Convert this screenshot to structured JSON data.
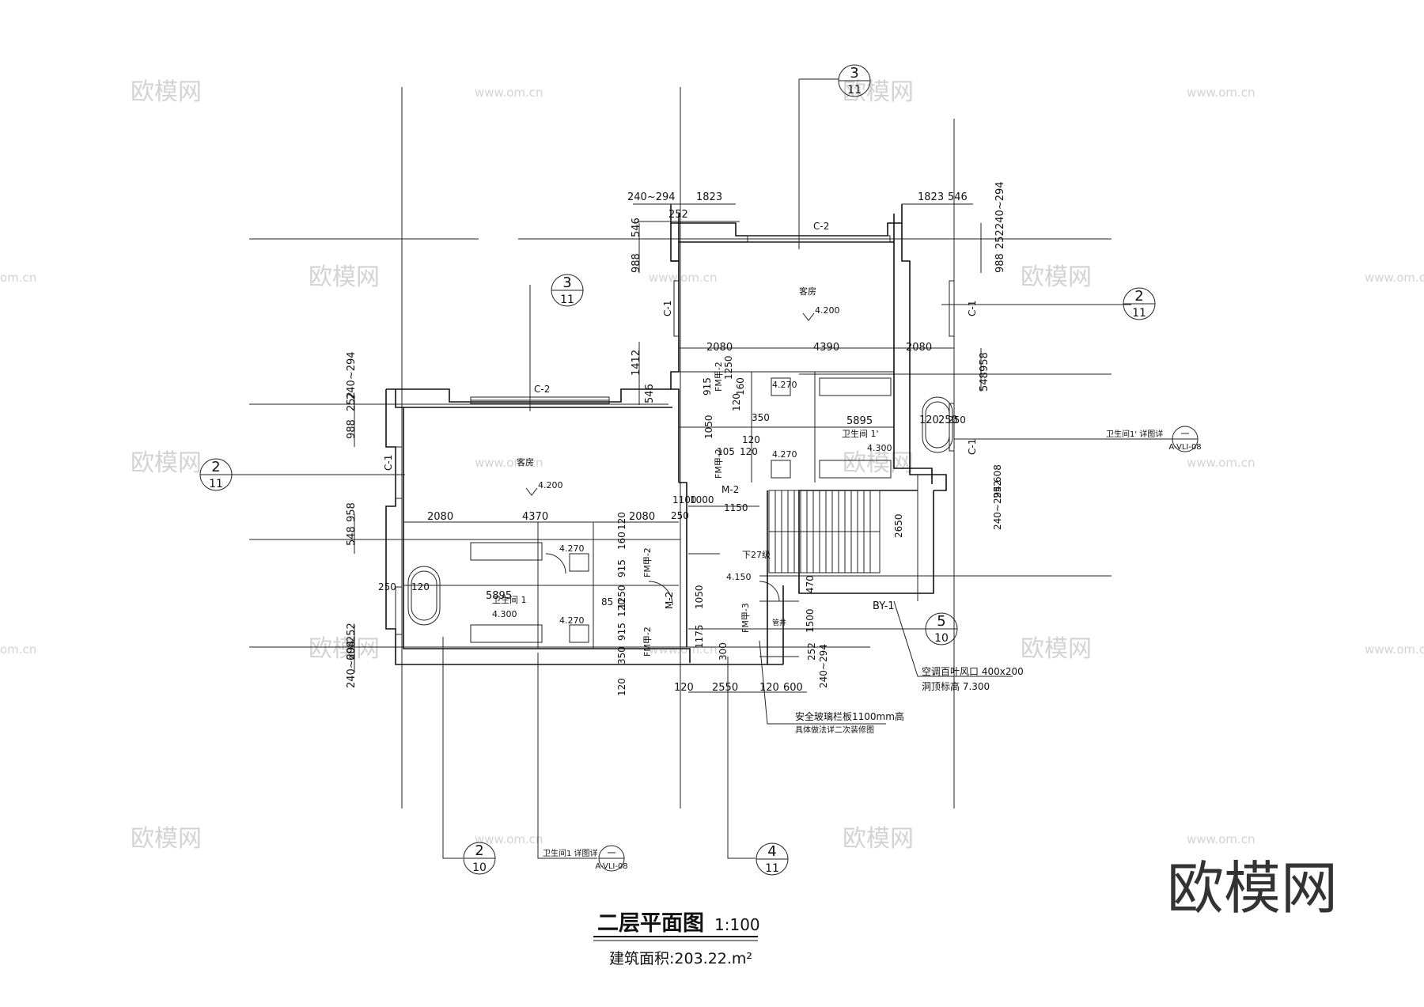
{
  "title": {
    "main": "二层平面图",
    "scale": "1:100",
    "area": "建筑面积:203.22.m²"
  },
  "watermark": {
    "brand": "欧模网",
    "url": "www.om.cn",
    "url_short": "om.cn"
  },
  "rooms": [
    {
      "name": "客房",
      "level": "4.200"
    },
    {
      "name": "客房",
      "level": "4.200"
    },
    {
      "name": "卫生间 1",
      "level": "4.300"
    },
    {
      "name": "卫生间 1'",
      "level": "4.300"
    }
  ],
  "stair": {
    "label": "下27级",
    "level": "4.150"
  },
  "levels": [
    "4.270",
    "4.270",
    "4.270",
    "4.270"
  ],
  "tags": [
    "C-2",
    "C-2",
    "C-1",
    "C-1",
    "C-1",
    "C-1",
    "M-2",
    "M-2",
    "FM甲-2",
    "FM甲-2",
    "FM甲-2",
    "FM甲-2",
    "FM甲-3",
    "BY-1",
    "管井"
  ],
  "callouts": [
    {
      "top": "3",
      "bottom": "11"
    },
    {
      "top": "3",
      "bottom": "11"
    },
    {
      "top": "2",
      "bottom": "11"
    },
    {
      "top": "2",
      "bottom": "11"
    },
    {
      "top": "2",
      "bottom": "10"
    },
    {
      "top": "4",
      "bottom": "11"
    },
    {
      "top": "5",
      "bottom": "10"
    }
  ],
  "detail_refs": [
    {
      "label": "卫生间1 详图详",
      "code": "A-VLI-08",
      "top": "一"
    },
    {
      "label": "卫生间1' 详图详",
      "code": "A-VLI-08",
      "top": "一"
    }
  ],
  "notes": {
    "vent": "空调百叶风口 400x200",
    "vent_height": "洞顶标高 7.300",
    "rail": "安全玻璃栏板1100mm高",
    "rail2": "具体做法详二次装修图"
  },
  "dims": {
    "top_left": [
      "240~294",
      "1823",
      "252"
    ],
    "top_right": [
      "1823",
      "546",
      "240~294"
    ],
    "right_upper": [
      "988",
      "252"
    ],
    "left_upper_vert": [
      "988",
      "546"
    ],
    "mid_upper": [
      "2080",
      "4390",
      "2080"
    ],
    "left_outer_vert": [
      "240~294",
      "252",
      "988"
    ],
    "mid_lower": [
      "2080",
      "4370",
      "2080"
    ],
    "bath_width": [
      "5895",
      "5895"
    ],
    "bottom": [
      "120",
      "2550",
      "120",
      "600"
    ],
    "misc": [
      "1412",
      "546",
      "120",
      "250",
      "120",
      "350",
      "1050",
      "120",
      "1150",
      "1100",
      "1000",
      "250",
      "548",
      "958",
      "250",
      "120",
      "608",
      "252",
      "240~294",
      "2650",
      "1500",
      "470",
      "1175",
      "1050",
      "300",
      "252",
      "240~294",
      "915",
      "160",
      "120",
      "1250",
      "85",
      "915",
      "120",
      "350",
      "120",
      "1250",
      "160",
      "915",
      "105",
      "120",
      "250",
      "548",
      "958",
      "608",
      "252",
      "240~294"
    ]
  }
}
